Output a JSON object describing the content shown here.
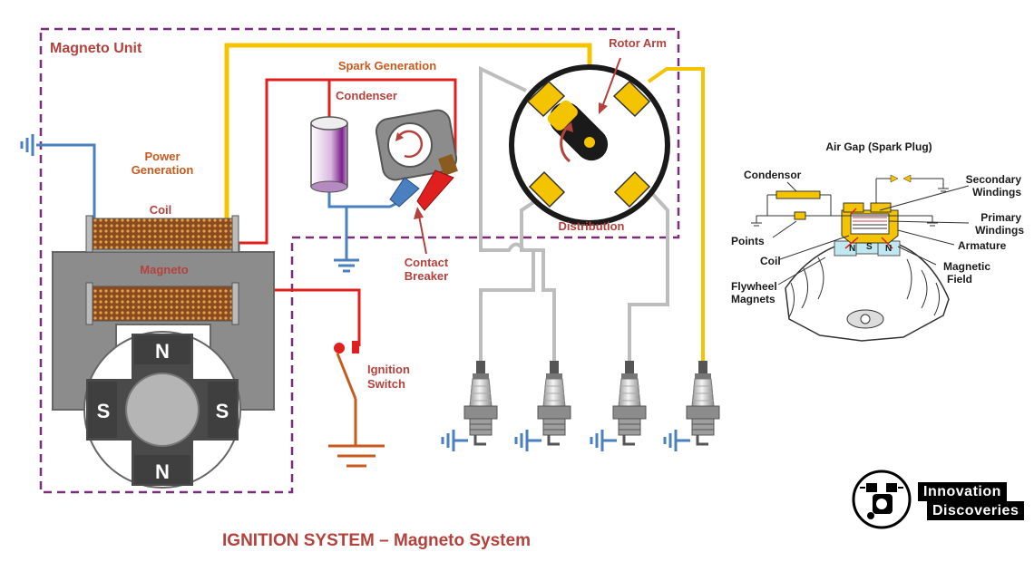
{
  "title": "IGNITION SYSTEM – Magneto System",
  "main_diagram": {
    "magneto_unit": "Magneto Unit",
    "spark_generation": "Spark Generation",
    "condenser": "Condenser",
    "rotor_arm": "Rotor Arm",
    "power_generation_1": "Power",
    "power_generation_2": "Generation",
    "coil": "Coil",
    "magneto": "Magneto",
    "contact_breaker_1": "Contact",
    "contact_breaker_2": "Breaker",
    "distribution": "Distribution",
    "ignition_switch_1": "Ignition",
    "ignition_switch_2": "Switch",
    "pole_n": "N",
    "pole_s": "S"
  },
  "inset_diagram": {
    "air_gap": "Air Gap (Spark Plug)",
    "condensor": "Condensor",
    "secondary_windings_1": "Secondary",
    "secondary_windings_2": "Windings",
    "primary_windings_1": "Primary",
    "primary_windings_2": "Windings",
    "points": "Points",
    "armature": "Armature",
    "coil": "Coil",
    "magnetic_field_1": "Magnetic",
    "magnetic_field_2": "Field",
    "flywheel_magnets_1": "Flywheel",
    "flywheel_magnets_2": "Magnets",
    "pole_n": "N",
    "pole_s": "S"
  },
  "brand": {
    "line1": "Innovation",
    "line2": "Discoveries"
  },
  "colors": {
    "wire_yellow": "#f5c400",
    "wire_red": "#e0201e",
    "wire_blue": "#4a7fc0",
    "wire_gray": "#bdbdbd",
    "magneto_body": "#8c8c8c",
    "dashed_border": "#7a2d7a",
    "label_red": "#b5413c"
  }
}
